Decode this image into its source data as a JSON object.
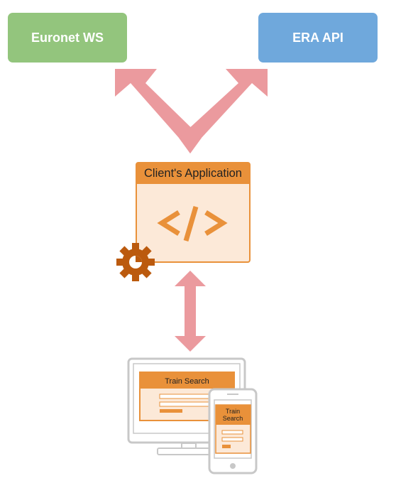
{
  "nodes": {
    "euronet": {
      "label": "Euronet WS",
      "color": "#93c57d"
    },
    "era": {
      "label": "ERA API",
      "color": "#6fa8dc"
    },
    "client_app": {
      "title": "Client's Application",
      "code_symbol": "</>",
      "accent": "#e9913a",
      "body_fill": "#fce9d8"
    }
  },
  "devices": {
    "desktop": {
      "screen_title": "Train Search"
    },
    "phone": {
      "screen_title": "Train\nSearch"
    }
  },
  "icons": {
    "gear": "gear-icon",
    "code": "code-icon"
  },
  "colors": {
    "arrow": "#eb9a9e",
    "gear": "#bb5a0e",
    "device_frame": "#c8c8c8"
  }
}
